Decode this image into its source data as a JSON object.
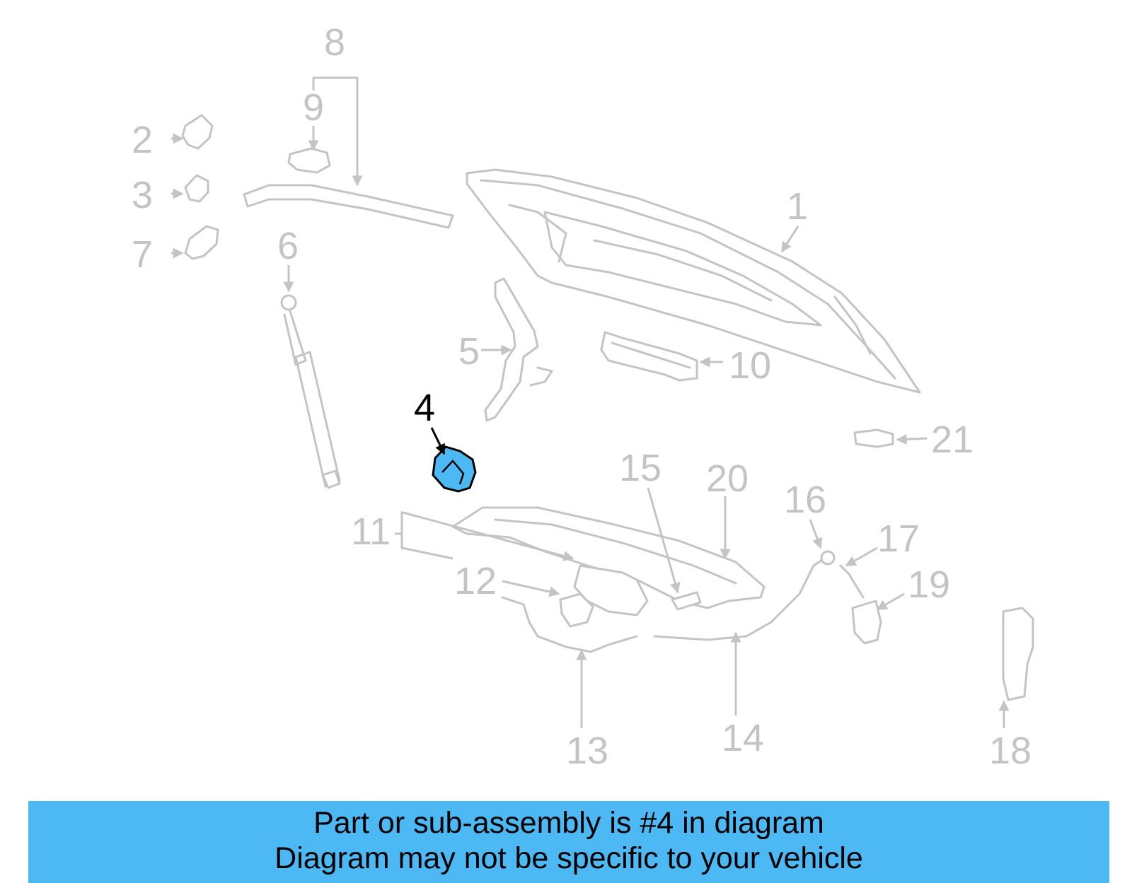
{
  "diagram": {
    "highlighted_part": "4",
    "highlight_color": "#4cb8f4",
    "muted_color": "#c4c4c4",
    "callouts": [
      "1",
      "2",
      "3",
      "4",
      "5",
      "6",
      "7",
      "8",
      "9",
      "10",
      "11",
      "12",
      "13",
      "14",
      "15",
      "16",
      "17",
      "18",
      "19",
      "20",
      "21"
    ]
  },
  "banner": {
    "line1": "Part or sub-assembly is #4 in diagram",
    "line2": "Diagram may not be specific to your vehicle",
    "background": "#4cb8f4"
  }
}
